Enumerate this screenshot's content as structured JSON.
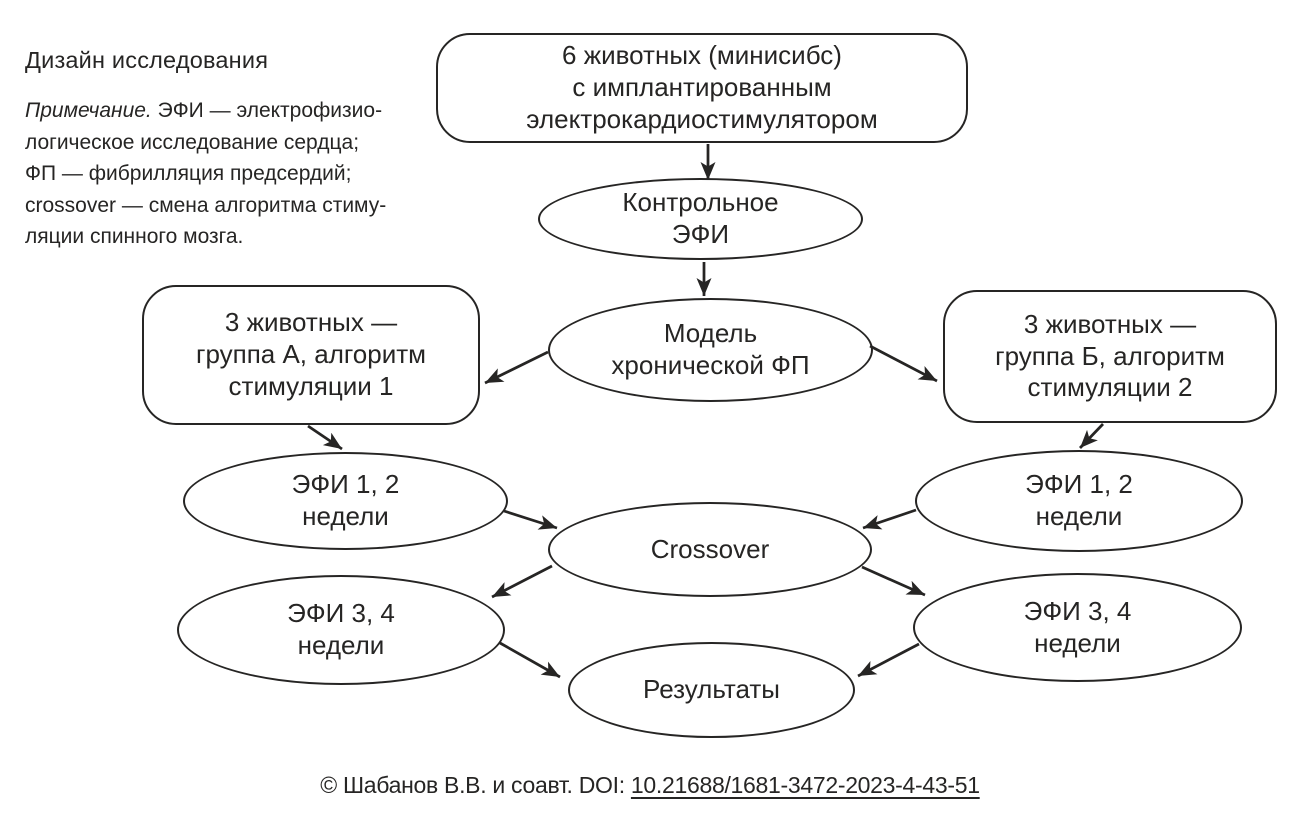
{
  "figure": {
    "title": "Дизайн исследования",
    "note": {
      "lead": "Примечание.",
      "body": " ЭФИ — электрофизио-\nлогическое исследование сердца;\nФП — фибрилляция предсердий;\ncrossover — смена алгоритма стиму-\nляции спинного мозга."
    }
  },
  "diagram": {
    "nodes": {
      "animals": {
        "shape": "rounded-rect",
        "label": "6 животных (минисибс)\nс имплантированным\nэлектрокардиостимулятором"
      },
      "control_ephi": {
        "shape": "ellipse",
        "label": "Контрольное\nЭФИ"
      },
      "af_model": {
        "shape": "ellipse",
        "label": "Модель\nхронической ФП"
      },
      "group_a": {
        "shape": "rounded-rect",
        "label": "3 животных —\nгруппа А, алгоритм\nстимуляции 1"
      },
      "group_b": {
        "shape": "rounded-rect",
        "label": "3 животных —\nгруппа Б, алгоритм\nстимуляции 2"
      },
      "ephi_1_2_left": {
        "shape": "ellipse",
        "label": "ЭФИ 1, 2\nнедели"
      },
      "ephi_1_2_right": {
        "shape": "ellipse",
        "label": "ЭФИ 1, 2\nнедели"
      },
      "crossover": {
        "shape": "ellipse",
        "label": "Crossover"
      },
      "ephi_3_4_left": {
        "shape": "ellipse",
        "label": "ЭФИ 3, 4\nнедели"
      },
      "ephi_3_4_right": {
        "shape": "ellipse",
        "label": "ЭФИ 3, 4\nнедели"
      },
      "results": {
        "shape": "ellipse",
        "label": "Результаты"
      }
    },
    "edges": [
      {
        "from": "animals",
        "to": "control_ephi"
      },
      {
        "from": "control_ephi",
        "to": "af_model"
      },
      {
        "from": "af_model",
        "to": "group_a"
      },
      {
        "from": "af_model",
        "to": "group_b"
      },
      {
        "from": "group_a",
        "to": "ephi_1_2_left"
      },
      {
        "from": "group_b",
        "to": "ephi_1_2_right"
      },
      {
        "from": "ephi_1_2_left",
        "to": "crossover"
      },
      {
        "from": "ephi_1_2_right",
        "to": "crossover"
      },
      {
        "from": "crossover",
        "to": "ephi_3_4_left"
      },
      {
        "from": "crossover",
        "to": "ephi_3_4_right"
      },
      {
        "from": "ephi_3_4_left",
        "to": "results"
      },
      {
        "from": "ephi_3_4_right",
        "to": "results"
      }
    ]
  },
  "footer": {
    "attribution": "© Шабанов В.В. и соавт. DOI: ",
    "doi": "10.21688/1681-3472-2023-4-43-51"
  },
  "colors": {
    "ink": "#262524",
    "background": "#ffffff"
  }
}
